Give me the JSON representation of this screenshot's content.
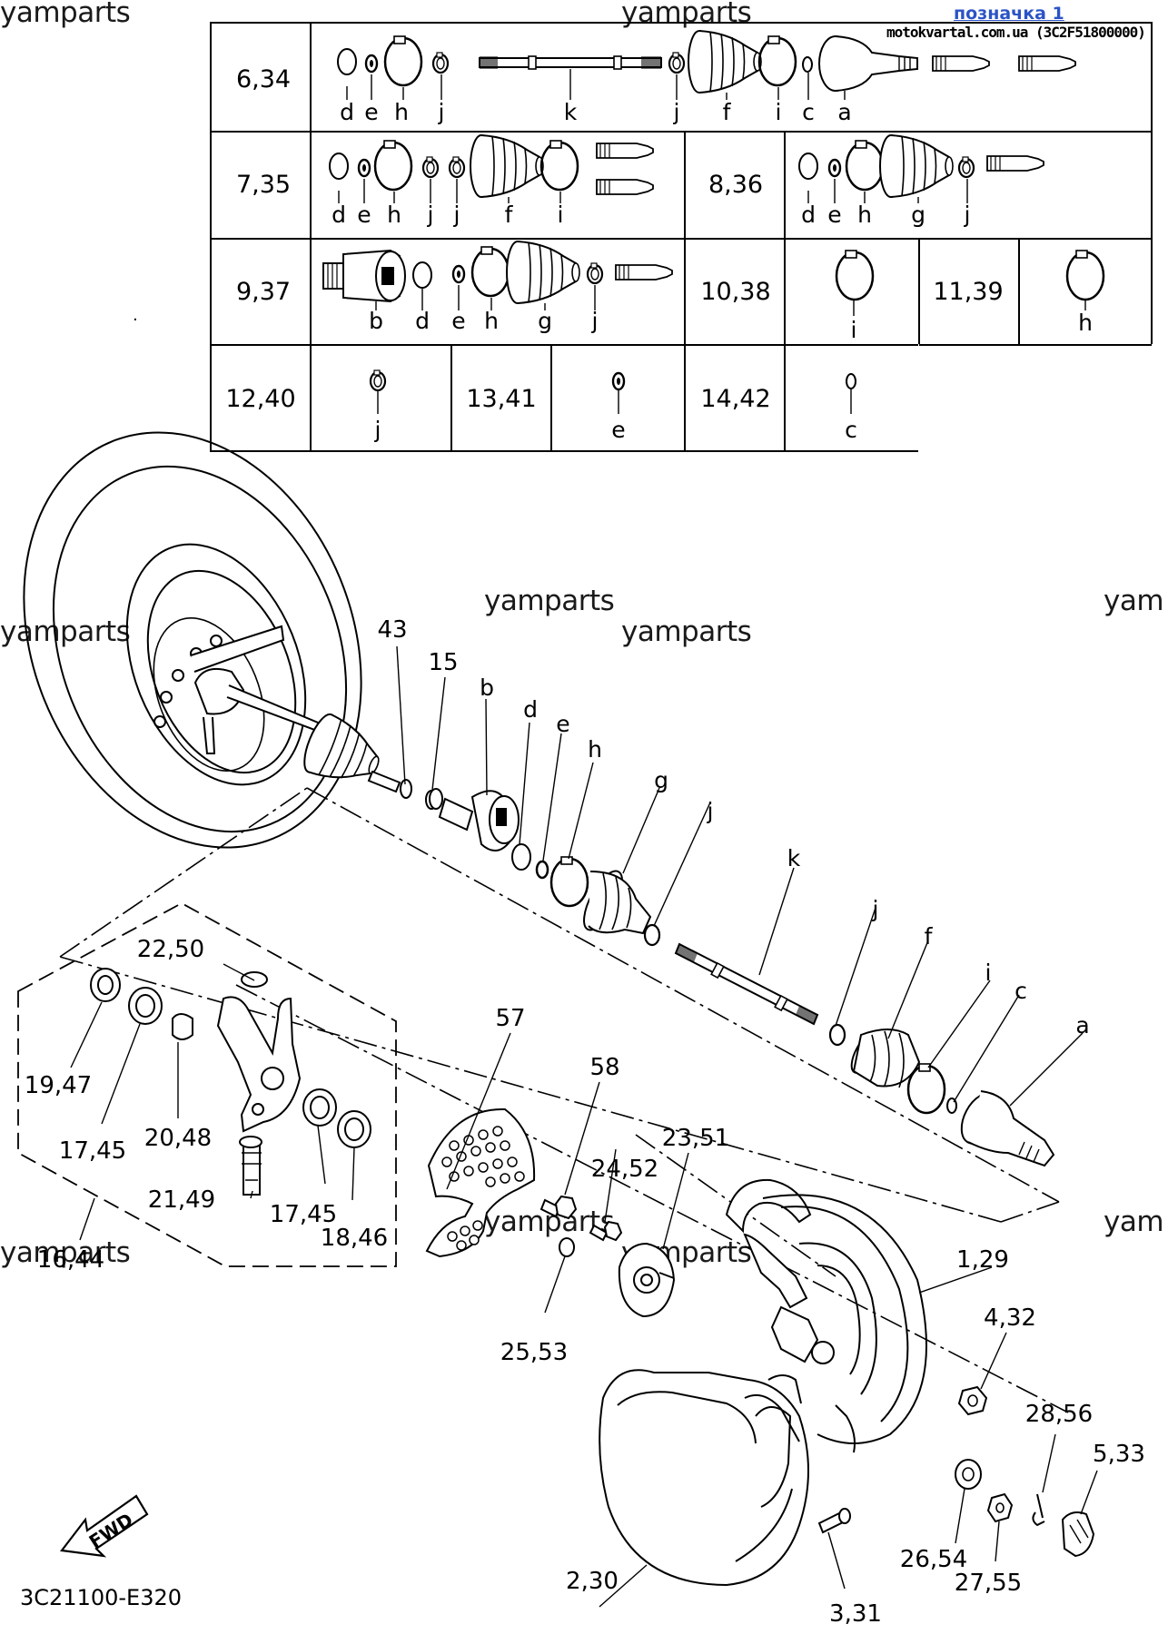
{
  "watermark": "yamparts",
  "watermark_cut": "yam",
  "header": {
    "link": "позначка 1",
    "source": "motokvartal.com.ua (3C2F51800000)"
  },
  "kits": {
    "r1": "6,34",
    "r2a": "7,35",
    "r2b": "8,36",
    "r3a": "9,37",
    "r3b": "10,38",
    "r3c": "11,39",
    "r4a": "12,40",
    "r4b": "13,41",
    "r4c": "14,42"
  },
  "letters": {
    "a": "a",
    "b": "b",
    "c": "c",
    "d": "d",
    "e": "e",
    "f": "f",
    "g": "g",
    "h": "h",
    "i": "i",
    "j": "j",
    "k": "k"
  },
  "callouts": {
    "p43": "43",
    "p15": "15",
    "p57": "57",
    "p58": "58",
    "p22": "22,50",
    "p19": "19,47",
    "p17a": "17,45",
    "p20": "20,48",
    "p21": "21,49",
    "p17b": "17,45",
    "p18": "18,46",
    "p16": "16,44",
    "p24": "24,52",
    "p23": "23,51",
    "p25": "25,53",
    "p1": "1,29",
    "p4": "4,32",
    "p28": "28,56",
    "p5": "5,33",
    "p26": "26,54",
    "p27": "27,55",
    "p2": "2,30",
    "p3": "3,31"
  },
  "fwd": "FWD",
  "diagram_code": "3C21100-E320"
}
